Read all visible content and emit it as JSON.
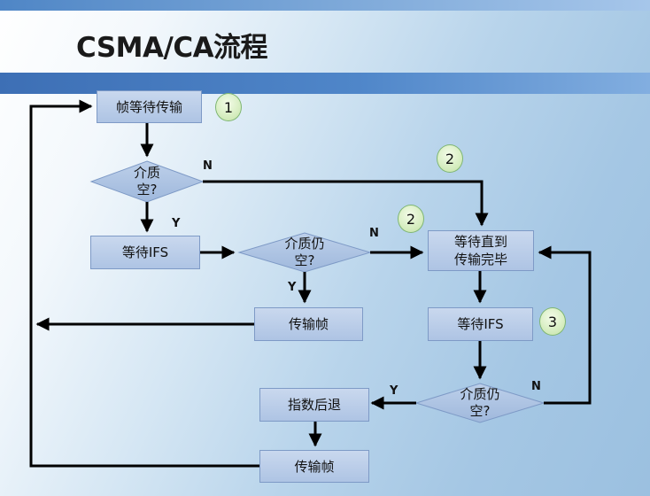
{
  "slide": {
    "title": "CSMA/CA流程"
  },
  "flowchart": {
    "nodes": {
      "wait_frame": "帧等待传输",
      "medium_idle_1": "介质\n空?",
      "wait_ifs_1": "等待IFS",
      "medium_still_idle_1": "介质仍\n空?",
      "transmit_frame_1": "传输帧",
      "wait_until_done": "等待直到\n传输完毕",
      "wait_ifs_2": "等待IFS",
      "medium_still_idle_2": "介质仍\n空?",
      "exponential_backoff": "指数后退",
      "transmit_frame_2": "传输帧"
    },
    "badges": [
      "1",
      "2",
      "2",
      "3"
    ],
    "branch_labels": {
      "medium_idle_1_no": "N",
      "medium_idle_1_yes": "Y",
      "medium_still_idle_1_no": "N",
      "medium_still_idle_1_yes": "Y",
      "medium_still_idle_2_yes": "Y",
      "medium_still_idle_2_no": "N"
    }
  },
  "colors": {
    "box_fill_top": "#c9d8ee",
    "box_fill_bottom": "#aec4e4",
    "diamond_fill": "#a8bedf",
    "badge_fill": "#d9efc4",
    "badge_border": "#7fb673",
    "connector": "#000000",
    "title_band": "#4f86c9"
  }
}
